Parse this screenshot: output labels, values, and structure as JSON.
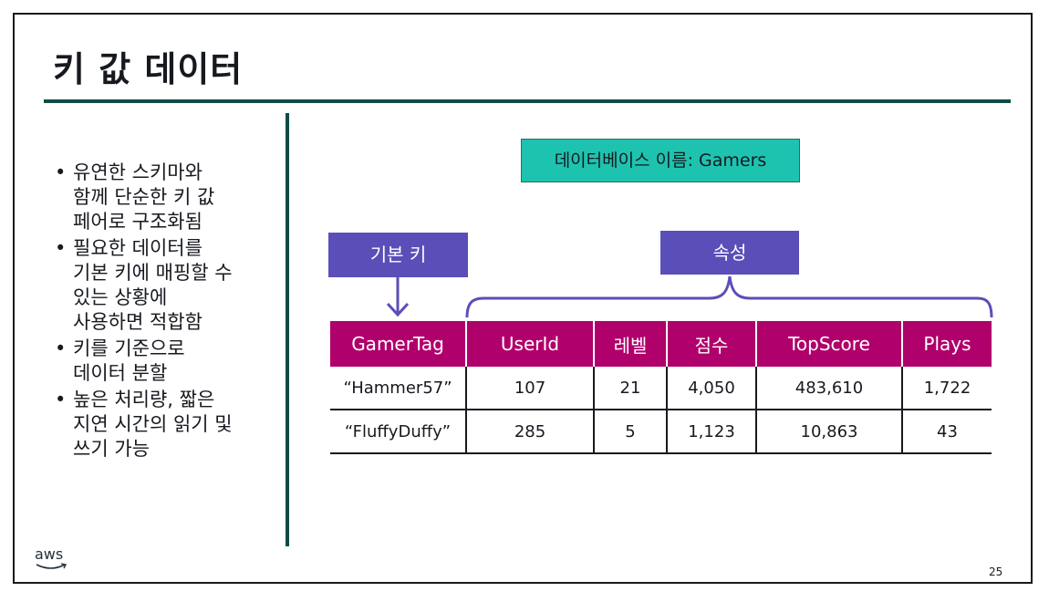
{
  "slide": {
    "title": "키 값 데이터",
    "page_number": "25",
    "logo_text": "aws"
  },
  "bullets": [
    {
      "text": "유연한 스키마와\n함께 단순한 키 값\n페어로 구조화됨"
    },
    {
      "text": "필요한 데이터를\n기본 키에 매핑할 수\n있는 상황에\n사용하면 적합함"
    },
    {
      "text": "키를 기준으로\n데이터 분할"
    },
    {
      "text": "높은 처리량, 짧은\n지연 시간의 읽기 및\n쓰기 가능"
    }
  ],
  "diagram": {
    "database_label": "데이터베이스 이름: Gamers",
    "primary_key_label": "기본 키",
    "attributes_label": "속성",
    "colors": {
      "database_box": "#1ec3b0",
      "label_box": "#5a4fb8",
      "header": "#b0006b",
      "rule": "#0f4c45"
    }
  },
  "table": {
    "columns": [
      "GamerTag",
      "UserId",
      "레벨",
      "점수",
      "TopScore",
      "Plays"
    ],
    "rows": [
      [
        "“Hammer57”",
        "107",
        "21",
        "4,050",
        "483,610",
        "1,722"
      ],
      [
        "“FluffyDuffy”",
        "285",
        "5",
        "1,123",
        "10,863",
        "43"
      ]
    ]
  }
}
